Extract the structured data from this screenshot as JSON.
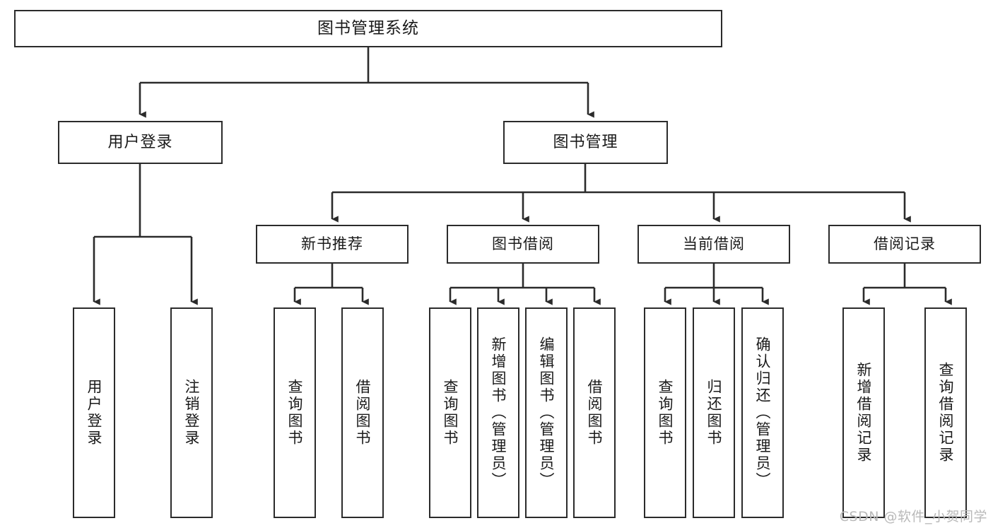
{
  "diagram": {
    "title": "图书管理系统",
    "type": "tree-hierarchy",
    "root": {
      "label": "图书管理系统"
    },
    "level2": [
      {
        "id": "user-login",
        "label": "用户登录"
      },
      {
        "id": "book-management",
        "label": "图书管理"
      }
    ],
    "level3": [
      {
        "id": "new-book-recommend",
        "label": "新书推荐"
      },
      {
        "id": "book-borrow",
        "label": "图书借阅"
      },
      {
        "id": "current-borrow",
        "label": "当前借阅"
      },
      {
        "id": "borrow-record",
        "label": "借阅记录"
      }
    ],
    "leaves": {
      "user_login": [
        {
          "id": "leaf-user-login",
          "label": "用户登录"
        },
        {
          "id": "leaf-user-logout",
          "label": "注销登录"
        }
      ],
      "new_book_recommend": [
        {
          "id": "leaf-query-book-1",
          "label": "查询图书"
        },
        {
          "id": "leaf-borrow-book-1",
          "label": "借阅图书"
        }
      ],
      "book_borrow": [
        {
          "id": "leaf-query-book-2",
          "label": "查询图书"
        },
        {
          "id": "leaf-add-book",
          "label": "新增图书（管理员）"
        },
        {
          "id": "leaf-edit-book",
          "label": "编辑图书（管理员）"
        },
        {
          "id": "leaf-borrow-book-2",
          "label": "借阅图书"
        }
      ],
      "current_borrow": [
        {
          "id": "leaf-query-book-3",
          "label": "查询图书"
        },
        {
          "id": "leaf-return-book",
          "label": "归还图书"
        },
        {
          "id": "leaf-confirm-return",
          "label": "确认归还（管理员）"
        }
      ],
      "borrow_record": [
        {
          "id": "leaf-add-record",
          "label": "新增借阅记录"
        },
        {
          "id": "leaf-query-record",
          "label": "查询借阅记录"
        }
      ]
    }
  },
  "watermark": {
    "text": "CSDN @软件_小贺同学"
  },
  "colors": {
    "stroke": "#2b2b2b",
    "background": "#ffffff",
    "text": "#1a1a1a",
    "watermark": "#b9b9b9"
  }
}
